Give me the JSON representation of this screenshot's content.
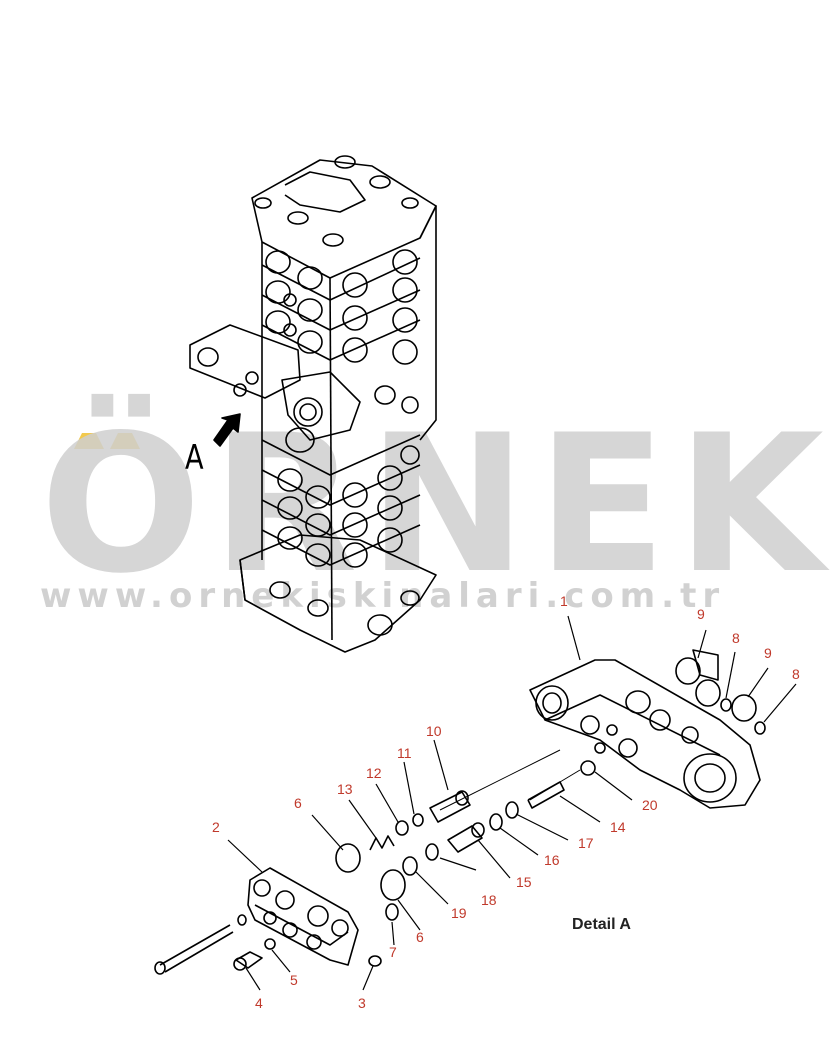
{
  "watermark": {
    "word": "ÖRNEK",
    "url": "www.ornekiskinalari.com.tr",
    "dot_color": "#f2c94c"
  },
  "view_label": "A",
  "detail_label": "Detail A",
  "callouts": {
    "c1": "1",
    "c2": "2",
    "c3": "3",
    "c4": "4",
    "c5": "5",
    "c6a": "6",
    "c6b": "6",
    "c7": "7",
    "c8a": "8",
    "c8b": "8",
    "c9a": "9",
    "c9b": "9",
    "c10": "10",
    "c11": "11",
    "c12": "12",
    "c13": "13",
    "c14": "14",
    "c15": "15",
    "c16": "16",
    "c17": "17",
    "c18": "18",
    "c19": "19",
    "c20": "20"
  },
  "callout_color": "#c0392b"
}
